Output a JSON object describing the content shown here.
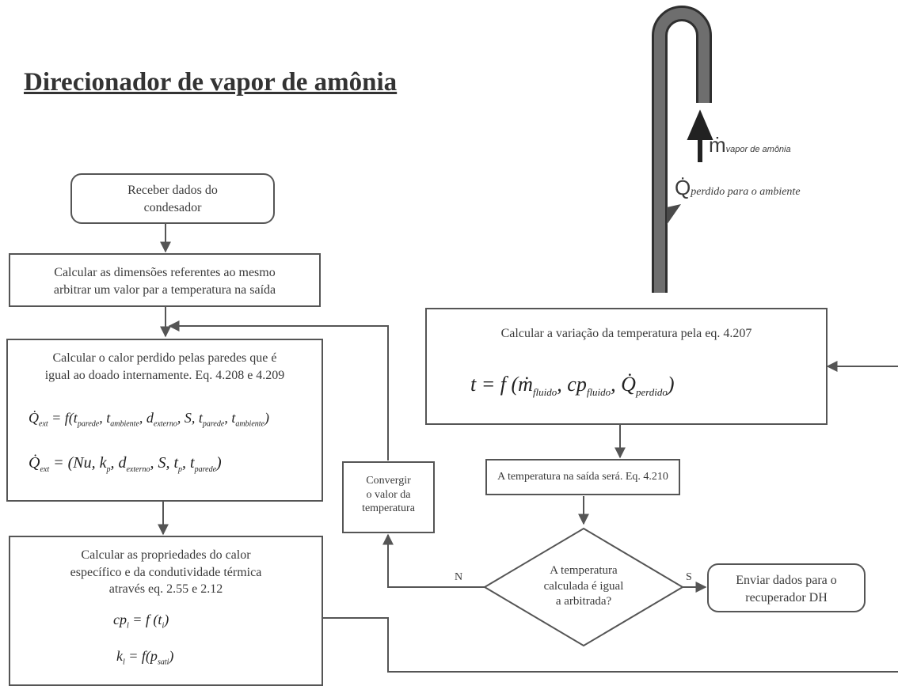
{
  "title": "Direcionador de vapor de amônia",
  "pipe": {
    "mass_flow_label": "ṁ",
    "mass_flow_sub": "vapor de amônia",
    "heat_label": "Q̇",
    "heat_sub": "perdido para o ambiente"
  },
  "boxes": {
    "receive_line1": "Receber dados do",
    "receive_line2": "condesador",
    "dimensions_line1": "Calcular as dimensões referentes ao mesmo",
    "dimensions_line2": "arbitrar um valor par a temperatura na saída",
    "heat_loss_line1": "Calcular o calor perdido pelas paredes que é",
    "heat_loss_line2": "igual ao doado internamente. Eq. 4.208 e 4.209",
    "properties_line1": "Calcular as propriedades do calor",
    "properties_line2": "específico e da condutividade térmica",
    "properties_line3": "através eq. 2.55 e 2.12",
    "converge_line1": "Convergir",
    "converge_line2": "o valor da",
    "converge_line3": "temperatura",
    "variation_text": "Calcular a variação da temperatura pela eq. 4.207",
    "outlet_text": "A temperatura na saída será. Eq. 4.210",
    "decision_line1": "A temperatura",
    "decision_line2": "calculada é igual",
    "decision_line3": "a arbitrada?",
    "send_line1": "Enviar dados para o",
    "send_line2": "recuperador DH"
  },
  "labels": {
    "no": "N",
    "yes": "S"
  }
}
